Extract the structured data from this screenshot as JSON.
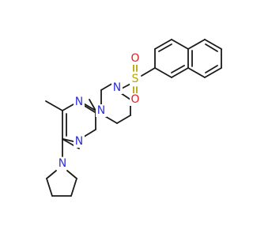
{
  "atoms": {
    "n_pyr_top": "N",
    "n_pyr_bot": "N",
    "n_pip_left": "N",
    "n_pip_right": "N",
    "n_pyrrolidine": "N",
    "s_sulfonyl": "S",
    "o_upper": "O",
    "o_lower": "O"
  },
  "colors": {
    "nitrogen": "#2f2fd8",
    "oxygen": "#e02020",
    "sulfur": "#b8a800",
    "carbon_bond": "#1a1a1a"
  }
}
